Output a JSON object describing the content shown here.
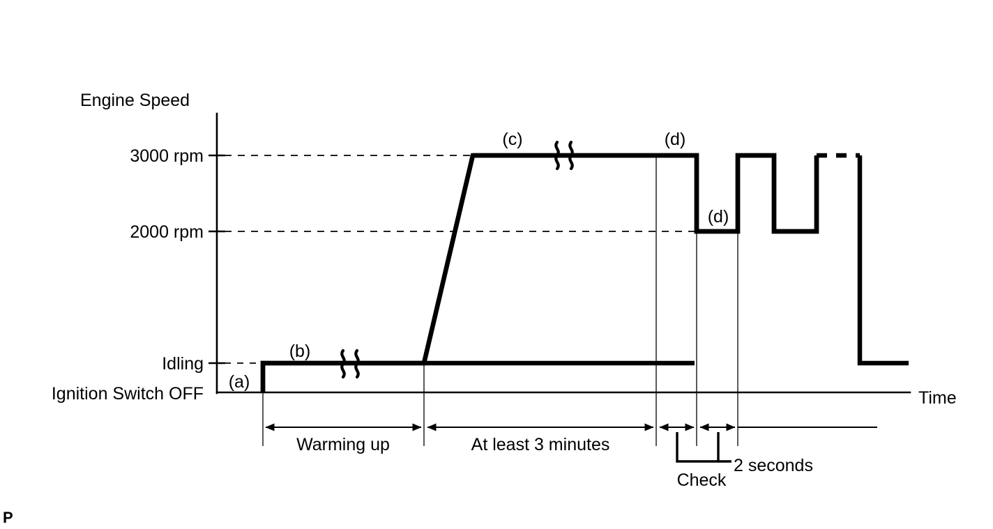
{
  "figure": {
    "page_mark": "P",
    "y_axis_title": "Engine Speed",
    "x_axis_title": "Time"
  },
  "y_labels": {
    "rpm3000": "3000 rpm",
    "rpm2000": "2000 rpm",
    "idling": "Idling",
    "ignition_off": "Ignition Switch OFF"
  },
  "callouts": {
    "a": "(a)",
    "b": "(b)",
    "c": "(c)",
    "d1": "(d)",
    "d2": "(d)"
  },
  "dimensions": {
    "warming_up": "Warming up",
    "at_least_3_minutes": "At least 3 minutes",
    "check": "Check",
    "two_seconds": "2 seconds"
  },
  "chart_data": {
    "type": "line",
    "title": "Engine Speed",
    "xlabel": "Time",
    "ylabel": "Engine Speed",
    "grid": true,
    "legend": "none",
    "y_levels": [
      {
        "name": "Ignition Switch OFF",
        "label": "Ignition Switch OFF",
        "value": 0
      },
      {
        "name": "Idling",
        "label": "Idling",
        "value": 700
      },
      {
        "name": "2000 rpm",
        "label": "2000 rpm",
        "value": 2000
      },
      {
        "name": "3000 rpm",
        "label": "3000 rpm",
        "value": 3000
      }
    ],
    "ylim": [
      0,
      3300
    ],
    "series": [
      {
        "name": "Engine speed profile",
        "points": [
          {
            "t": 0,
            "rpm": 0,
            "note": "(a) ignition switch off"
          },
          {
            "t": 0,
            "rpm": 700,
            "note": "engine start to idling"
          },
          {
            "t": 1,
            "rpm": 700,
            "note": "(b) warming up at idle, time break"
          },
          {
            "t": 2,
            "rpm": 700,
            "note": "end of warming up"
          },
          {
            "t": 2.6,
            "rpm": 3000,
            "note": "ramp up to 3000 rpm"
          },
          {
            "t": 5.2,
            "rpm": 3000,
            "note": "(c) hold 3000 rpm at least 3 minutes, time break"
          },
          {
            "t": 6.1,
            "rpm": 3000,
            "note": "(d) check point begins"
          },
          {
            "t": 6.1,
            "rpm": 2000,
            "note": "(d) drop to 2000 rpm"
          },
          {
            "t": 6.7,
            "rpm": 2000,
            "note": "hold 2000 rpm 2 seconds"
          },
          {
            "t": 6.7,
            "rpm": 3000,
            "note": "back to 3000 rpm"
          },
          {
            "t": 7.2,
            "rpm": 3000,
            "note": "hold 3000 rpm"
          },
          {
            "t": 7.2,
            "rpm": 2000,
            "note": "drop to 2000 rpm"
          },
          {
            "t": 7.8,
            "rpm": 2000,
            "note": "hold 2000 rpm"
          },
          {
            "t": 7.8,
            "rpm": 3000,
            "note": "back to 3000 rpm"
          },
          {
            "t": 8.4,
            "rpm": 3000,
            "note": "repeat cycle (dashed)"
          },
          {
            "t": 8.4,
            "rpm": 700,
            "note": "return to idling"
          },
          {
            "t": 9.2,
            "rpm": 700,
            "note": "idling end"
          }
        ]
      }
    ],
    "annotations": [
      {
        "label": "(a)",
        "meaning": "Ignition switch OFF / engine start"
      },
      {
        "label": "(b)",
        "meaning": "Warming up at idling speed"
      },
      {
        "label": "(c)",
        "meaning": "Maintain 3000 rpm for at least 3 minutes"
      },
      {
        "label": "(d)",
        "meaning": "Alternate between 3000 rpm and 2000 rpm, 2 seconds each, while checking"
      }
    ],
    "spans": [
      {
        "label": "Warming up",
        "from_t": 0,
        "to_t": 2
      },
      {
        "label": "At least 3 minutes",
        "from_t": 2,
        "to_t": 5.8
      },
      {
        "label": "Check",
        "from_t": 5.95,
        "to_t": 6.85
      },
      {
        "label": "2 seconds",
        "from_t": 6.1,
        "to_t": 6.7
      }
    ]
  }
}
